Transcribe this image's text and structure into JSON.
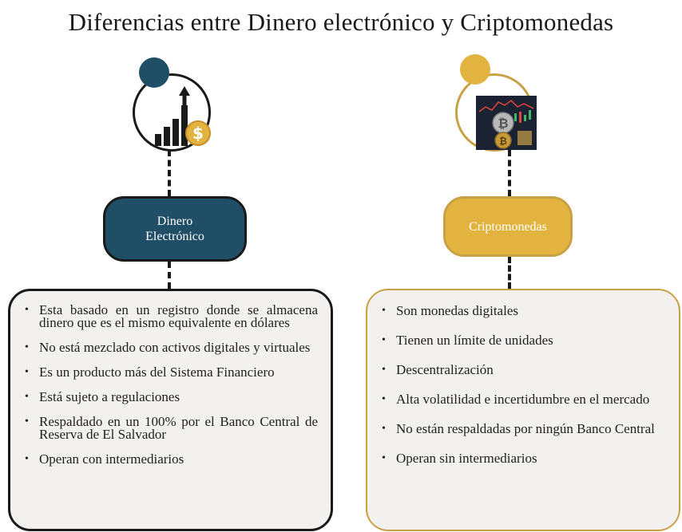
{
  "title": "Diferencias entre Dinero electrónico y Criptomonedas",
  "colors": {
    "navy": "#1f4e66",
    "gold": "#e2b43f",
    "gold_border": "#c8a146",
    "box_bg": "#f2f1ef"
  },
  "left": {
    "icon": "chart-dollar-icon",
    "label_line1": "Dinero",
    "label_line2": "Electrónico",
    "items": [
      "Esta basado en un registro donde se almacena dinero que es el mismo equivalente en dólares",
      "No está mezclado con activos digitales y virtuales",
      "Es un producto más del Sistema Financiero",
      "Está sujeto a regulaciones",
      "Respaldado en un 100% por el Banco Central de Reserva de El Salvador",
      "Operan con intermediarios"
    ]
  },
  "right": {
    "icon": "bitcoin-chart-icon",
    "label": "Criptomonedas",
    "items": [
      "Son monedas digitales",
      "Tienen un límite de unidades",
      "Descentralización",
      "Alta volatilidad e incertidumbre en el mercado",
      "No están respaldadas por ningún Banco Central",
      "Operan sin intermediarios"
    ]
  }
}
